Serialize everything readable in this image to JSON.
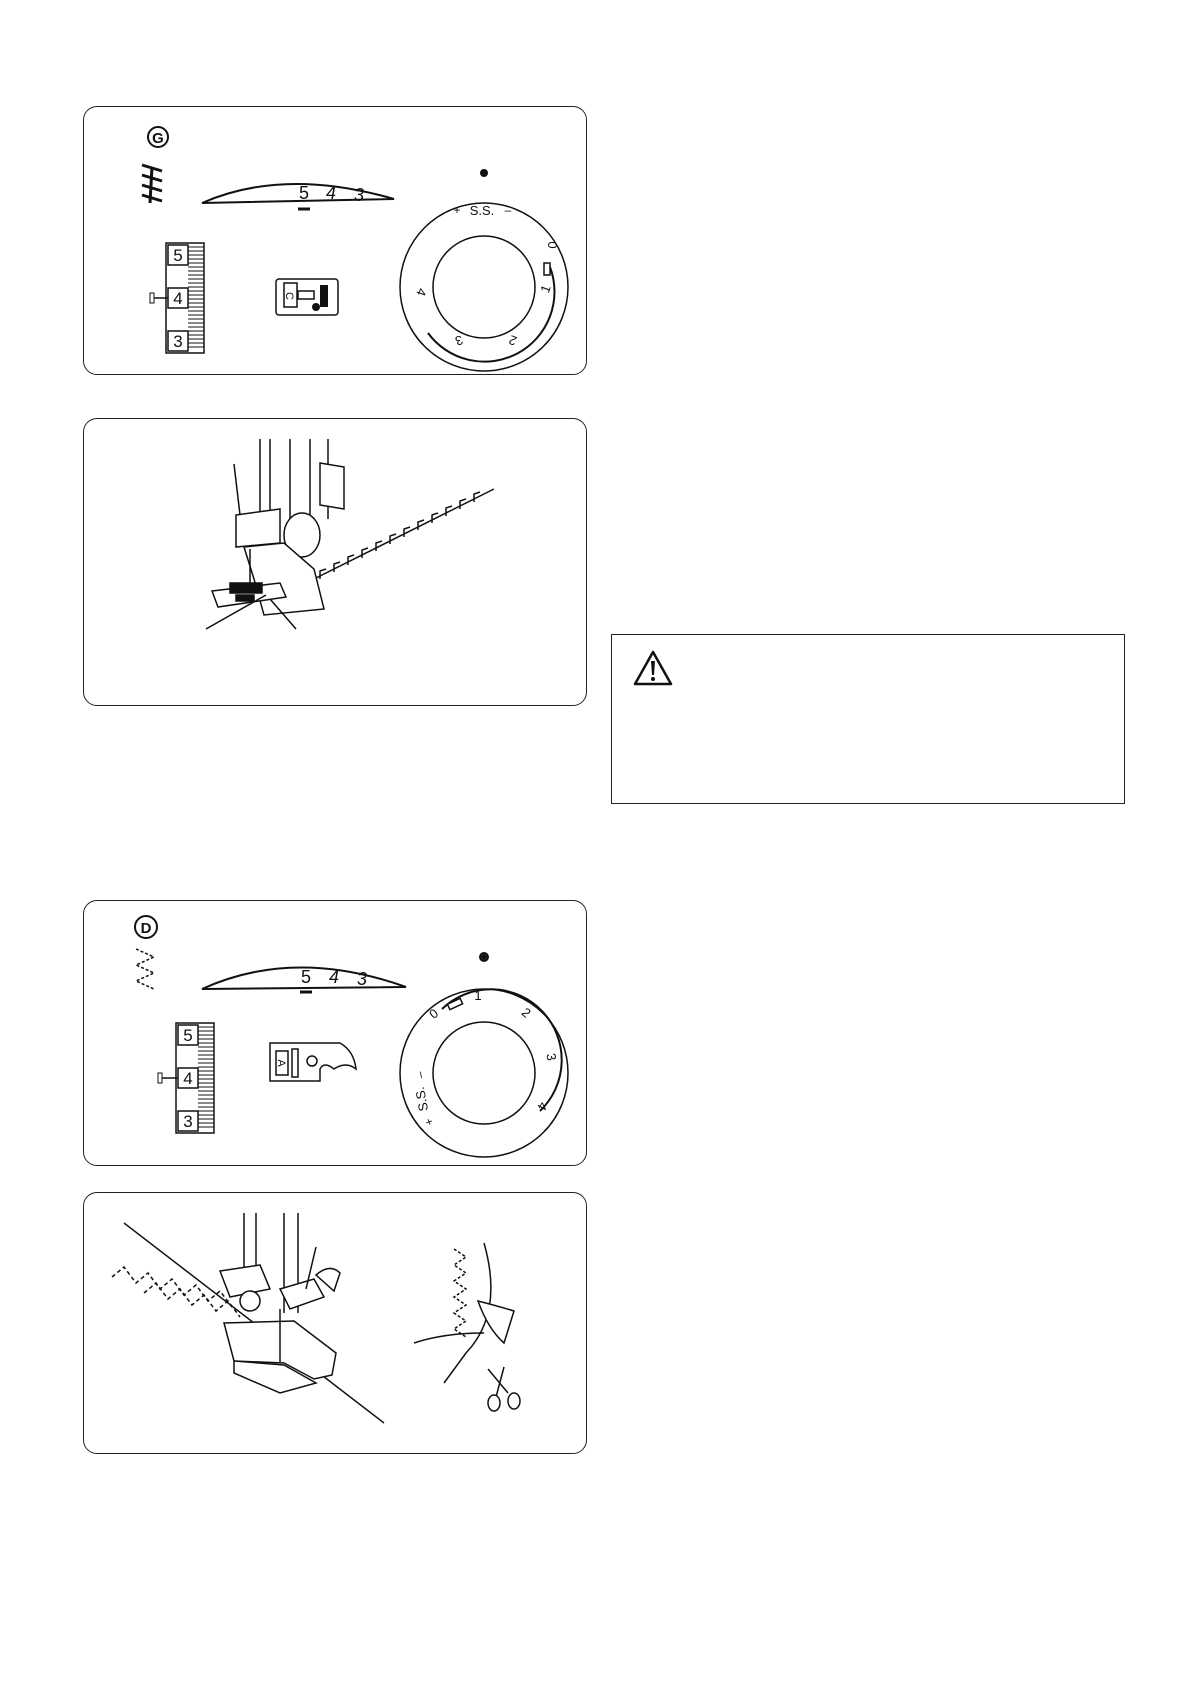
{
  "panel_g": {
    "letter": "G",
    "width_scale": [
      "5",
      "4",
      "3"
    ],
    "length_scale": [
      "5",
      "4",
      "3"
    ],
    "foot_letter": "C",
    "dial_labels": [
      "+",
      "S.S.",
      "–",
      "0",
      "1",
      "2",
      "3",
      "4"
    ]
  },
  "panel_d": {
    "letter": "D",
    "width_scale": [
      "5",
      "4",
      "3"
    ],
    "length_scale": [
      "5",
      "4",
      "3"
    ],
    "foot_letter": "A",
    "dial_labels": [
      "0",
      "1",
      "2",
      "3",
      "4",
      "+",
      "S.S.",
      "–"
    ]
  },
  "icons": {
    "warning": "warning-triangle-icon",
    "scissors": "scissors-icon"
  },
  "colors": {
    "line": "#111111",
    "fill": "#ffffff"
  }
}
